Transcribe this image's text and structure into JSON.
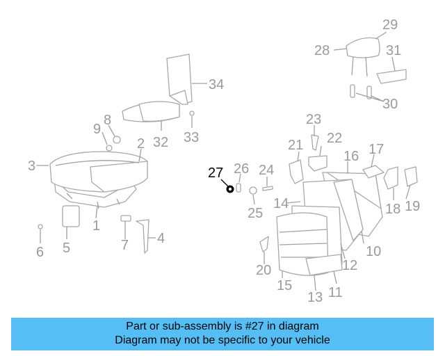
{
  "diagram": {
    "highlight_color": "#000000",
    "part_color": "#a8a8a8",
    "callouts": [
      "1",
      "2",
      "3",
      "4",
      "5",
      "6",
      "7",
      "8",
      "9",
      "10",
      "11",
      "12",
      "13",
      "14",
      "15",
      "16",
      "17",
      "18",
      "19",
      "20",
      "21",
      "22",
      "23",
      "24",
      "25",
      "26",
      "27",
      "28",
      "29",
      "30",
      "31",
      "32",
      "33",
      "34"
    ],
    "highlighted": "27"
  },
  "banner": {
    "background": "#55bff5",
    "line1": "Part or sub-assembly is #27 in diagram",
    "line2": "Diagram may not be specific to your vehicle"
  }
}
